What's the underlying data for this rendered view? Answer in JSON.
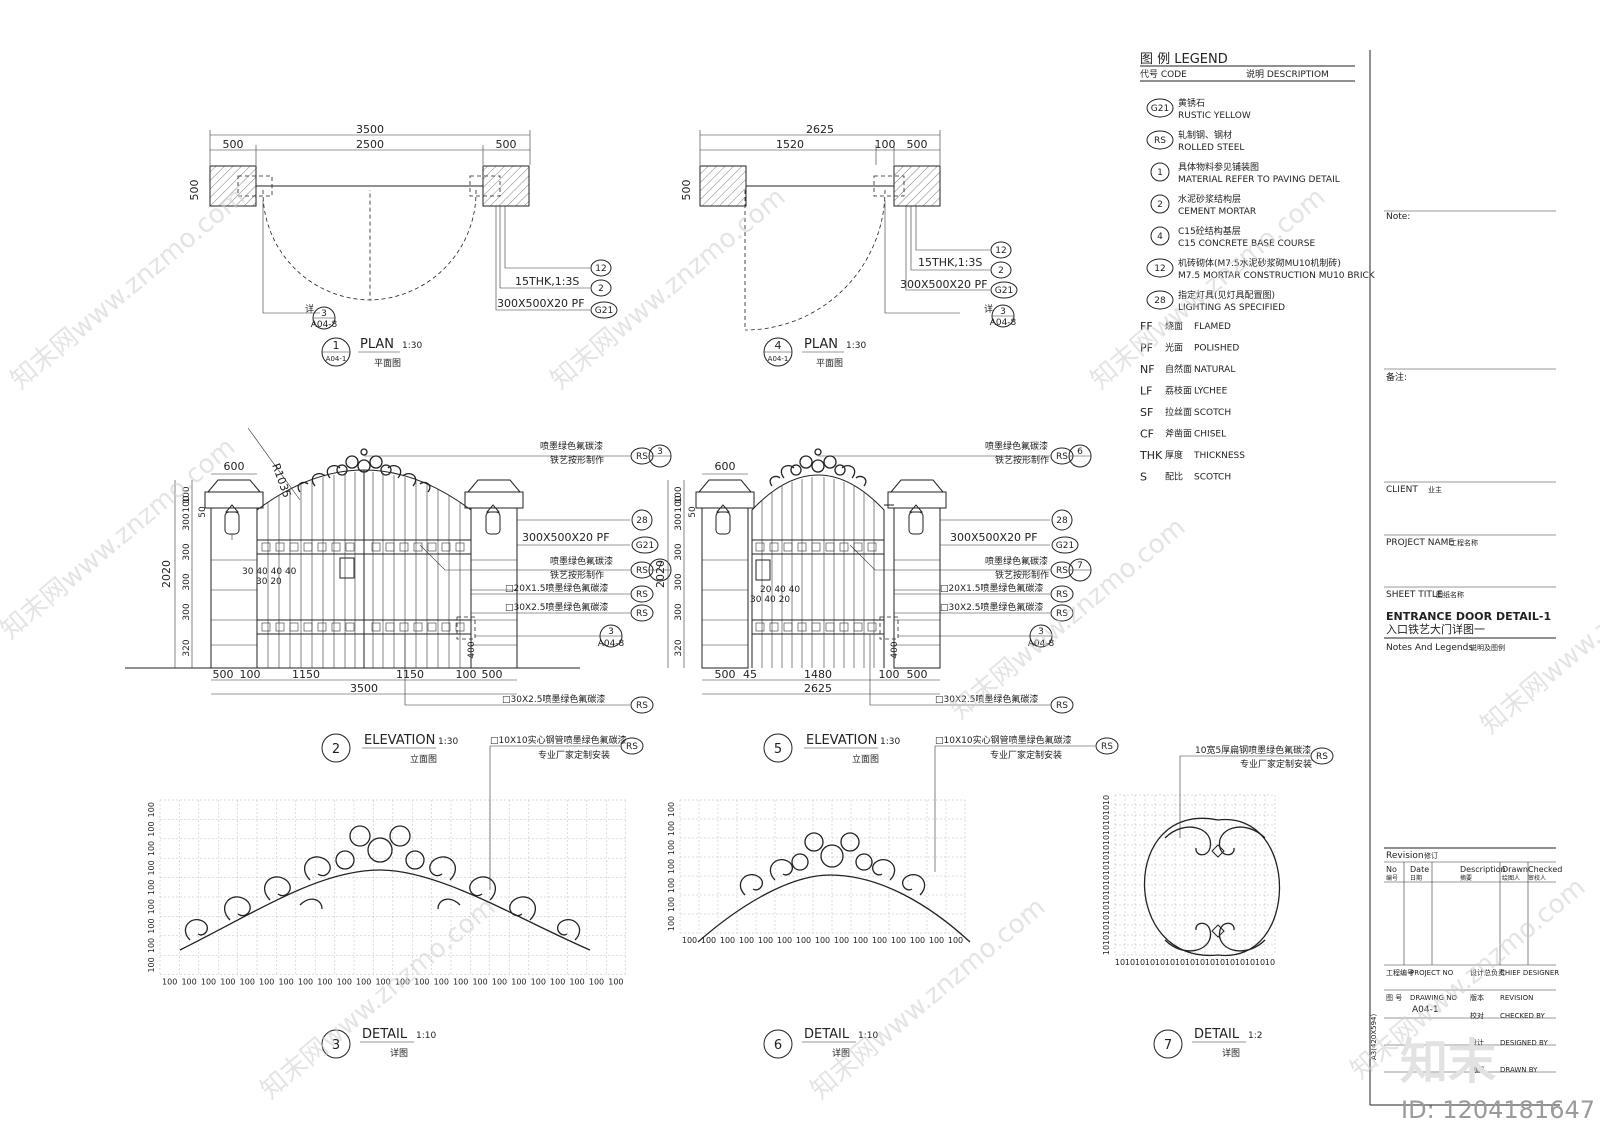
{
  "views": {
    "plan1": {
      "num": "1",
      "ref": "A04-1",
      "title": "PLAN",
      "scale": "1:30",
      "cn": "平面图"
    },
    "plan4": {
      "num": "4",
      "ref": "A04-1",
      "title": "PLAN",
      "scale": "1:30",
      "cn": "平面图"
    },
    "elev2": {
      "num": "2",
      "title": "ELEVATION",
      "scale": "1:30",
      "cn": "立面图"
    },
    "elev5": {
      "num": "5",
      "title": "ELEVATION",
      "scale": "1:30",
      "cn": "立面图"
    },
    "det3": {
      "num": "3",
      "title": "DETAIL",
      "scale": "1:10",
      "cn": "详图"
    },
    "det6": {
      "num": "6",
      "title": "DETAIL",
      "scale": "1:10",
      "cn": "详图"
    },
    "det7": {
      "num": "7",
      "title": "DETAIL",
      "scale": "1:2",
      "cn": "详图"
    }
  },
  "plan1_dims": {
    "total": "3500",
    "mid": "2500",
    "left": "500",
    "right": "500",
    "side": "500"
  },
  "plan4_dims": {
    "total": "2625",
    "mid": "1520",
    "gap": "100",
    "right": "500",
    "side": "500"
  },
  "plan_notes": {
    "n1": "15THK,1:3S",
    "n2": "300X500X20 PF",
    "detail_ref_pre": "详",
    "detail_ref_num": "3",
    "detail_ref_sheet": "A04-8"
  },
  "tags": {
    "t12": "12",
    "t2": "2",
    "tG21": "G21",
    "tRS": "RS",
    "t28": "28",
    "t7": "7",
    "t3": "3",
    "t6": "6"
  },
  "elev_notes": {
    "paint": "喷墨绿色氟碳漆",
    "iron": "铁艺按形制作",
    "stone": "300X500X20 PF",
    "tube1": "□20X1.5喷墨绿色氟碳漆",
    "tube2": "□30X2.5喷墨绿色氟碳漆",
    "tube3": "□30X2.5喷墨绿色氟碳漆",
    "ref_sheet": "A04-8"
  },
  "elev2_dims": {
    "top": "600",
    "radius": "R1035",
    "h": "2020",
    "b1": "500",
    "b2": "100",
    "b3": "1150",
    "b4": "1150",
    "b5": "100",
    "b6": "500",
    "total": "3500",
    "v1": "100",
    "v2": "100",
    "v3": "50",
    "v4": "300",
    "v5": "300",
    "v6": "300",
    "v7": "300",
    "v8": "320",
    "inner": "30 40 40 40",
    "inner2": "30 20",
    "side400": "400"
  },
  "elev5_dims": {
    "top": "600",
    "h": "2020",
    "b1": "500",
    "b2": "45",
    "b3": "1480",
    "b4": "100",
    "b5": "500",
    "total": "2625",
    "v1": "100",
    "v2": "100",
    "v3": "50",
    "v4": "300",
    "v5": "300",
    "v6": "300",
    "v7": "300",
    "v8": "320",
    "inner": "20 40 40",
    "inner2": "30 40 20",
    "side400": "400"
  },
  "detail_notes": {
    "d3a": "□10X10实心钢管喷墨绿色氟碳漆",
    "d3b": "专业厂家定制安装",
    "d6a": "□10X10实心钢管喷墨绿色氟碳漆",
    "d6b": "专业厂家定制安装",
    "d7a": "10宽5厚扁钢喷墨绿色氟碳漆",
    "d7b": "专业厂家定制安装",
    "grid100": "100",
    "grid10": "10"
  },
  "legend": {
    "title": "图 例  LEGEND",
    "col1": "代号 CODE",
    "col2": "说明 DESCRIPTIOM",
    "items": [
      {
        "code": "G21",
        "cn": "黄锈石",
        "en": "RUSTIC YELLOW"
      },
      {
        "code": "RS",
        "cn": "轧制钢、钢材",
        "en": "ROLLED STEEL"
      },
      {
        "code": "1",
        "cn": "具体物料参见铺装图",
        "en": "MATERIAL REFER TO PAVING DETAIL"
      },
      {
        "code": "2",
        "cn": "水泥砂浆结构层",
        "en": "CEMENT MORTAR"
      },
      {
        "code": "4",
        "cn": "C15砼结构基层",
        "en": "C15 CONCRETE BASE COURSE"
      },
      {
        "code": "12",
        "cn": "机砖砌体(M7.5水泥砂浆砌MU10机制砖)",
        "en": "M7.5 MORTAR CONSTRUCTION MU10 BRICK"
      },
      {
        "code": "28",
        "cn": "指定灯具(见灯具配置图)",
        "en": "LIGHTING AS SPECIFIED"
      }
    ],
    "finishes": [
      {
        "code": "FF",
        "cn": "烧面",
        "en": "FLAMED"
      },
      {
        "code": "PF",
        "cn": "光面",
        "en": "POLISHED"
      },
      {
        "code": "NF",
        "cn": "自然面",
        "en": "NATURAL"
      },
      {
        "code": "LF",
        "cn": "荔枝面",
        "en": "LYCHEE"
      },
      {
        "code": "SF",
        "cn": "拉丝面",
        "en": "SCOTCH"
      },
      {
        "code": "CF",
        "cn": "斧凿面",
        "en": "CHISEL"
      },
      {
        "code": "THK",
        "cn": "厚度",
        "en": "THICKNESS"
      },
      {
        "code": "S",
        "cn": "配比",
        "en": "SCOTCH"
      }
    ]
  },
  "titleblock": {
    "note": "Note:",
    "remark": "备注:",
    "client": "CLIENT",
    "client_cn": "业主",
    "project": "PROJECT NAME",
    "project_cn": "工程名称",
    "sheet_title": "SHEET TITLE",
    "sheet_title_cn": "图纸名称",
    "sheet_en": "ENTRANCE DOOR DETAIL-1",
    "sheet_cn": "入口铁艺大门详图一",
    "notes_legends": "Notes And Legends",
    "notes_legends_cn": "说明及图例",
    "revision": "Revision",
    "revision_cn": "修订",
    "rev_cols": [
      "No",
      "Date",
      "Description",
      "Drawn",
      "Checked"
    ],
    "rev_cols_cn": [
      "编号",
      "日期",
      "摘要",
      "绘图人",
      "审校人"
    ],
    "project_no_cn": "工程编号",
    "project_no": "PROJECT NO",
    "chief_cn": "设计总负责",
    "chief": "CHIEF DESIGNER",
    "drawing_no_cn": "图  号",
    "drawing_no": "DRAWING NO",
    "drawing_no_val": "A04-1",
    "revision2_cn": "版本",
    "revision2": "REVISION",
    "checked_cn": "校对",
    "checked": "CHECKED BY",
    "designed_cn": "设计",
    "designed": "DESIGNED BY",
    "drawn_cn": "制图",
    "drawn": "DRAWN BY",
    "sheet_size": "A3(420X594)",
    "logo": "知末",
    "id": "ID: 1204181647"
  },
  "watermark": "知末网www.znzmo.com"
}
